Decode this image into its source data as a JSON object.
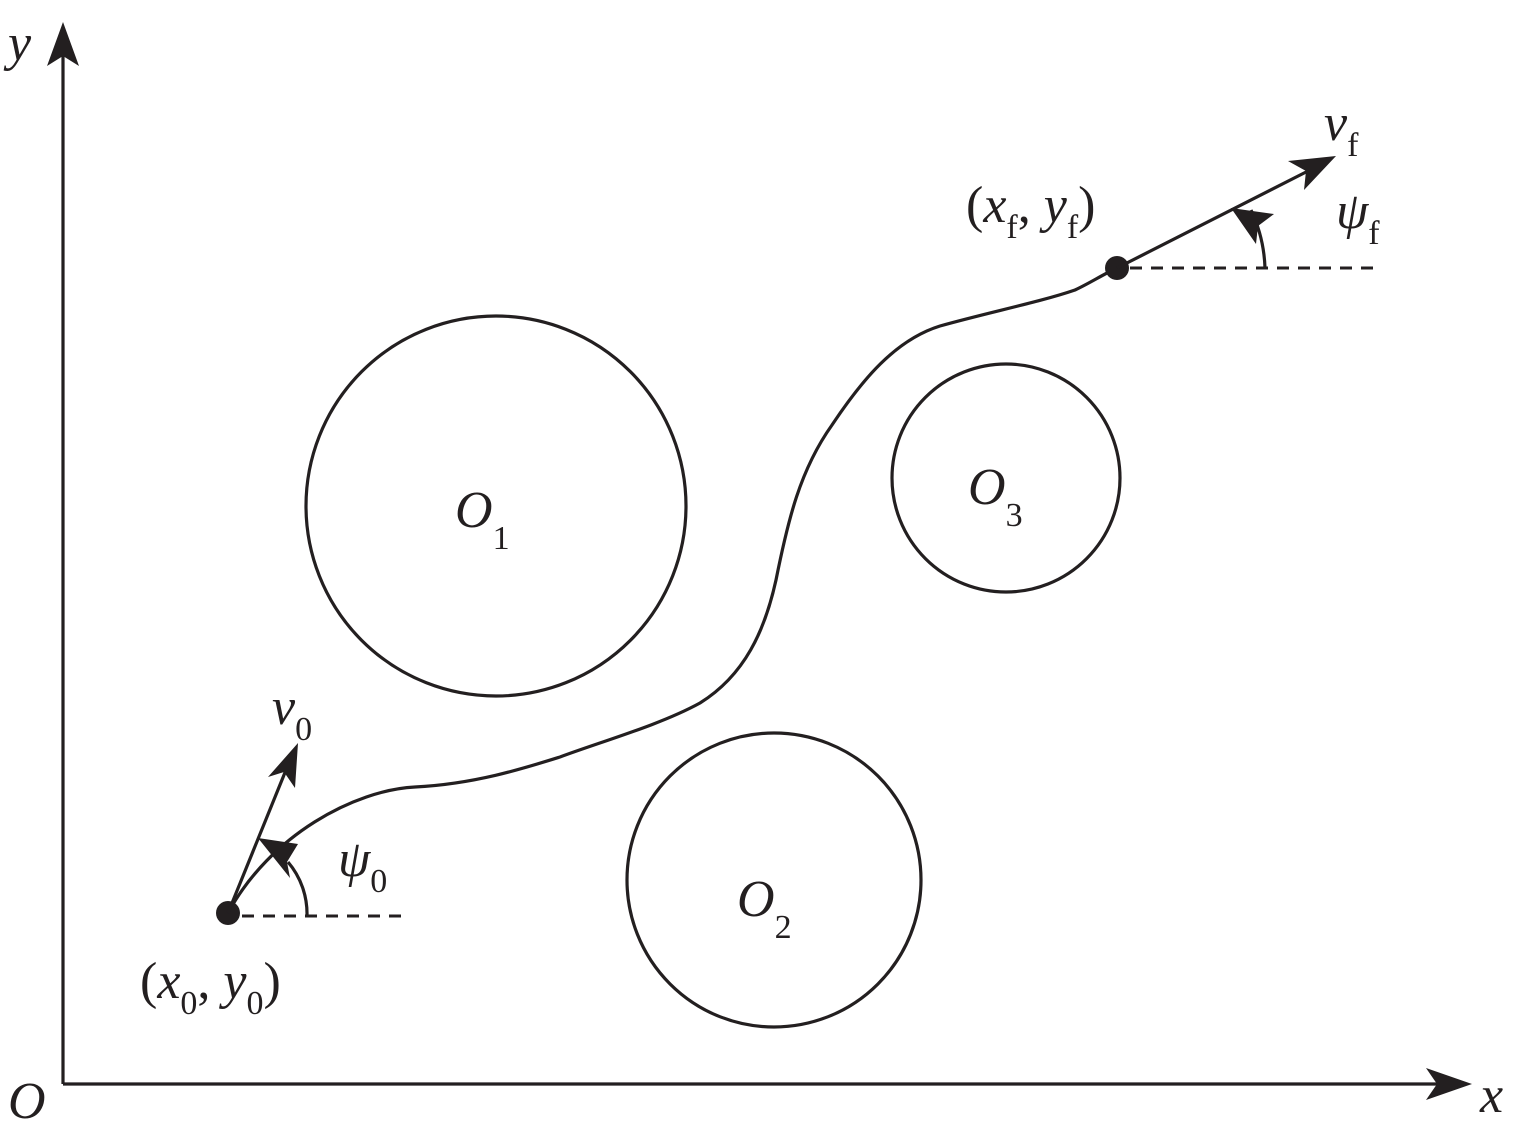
{
  "colors": {
    "ink": "#231f20",
    "background": "#ffffff"
  },
  "axes": {
    "x_label": "x",
    "y_label": "y",
    "origin_label": "O"
  },
  "obstacles": [
    {
      "letter": "O",
      "index": "1"
    },
    {
      "letter": "O",
      "index": "2"
    },
    {
      "letter": "O",
      "index": "3"
    }
  ],
  "start": {
    "point_open": "(",
    "x_var": "x",
    "x_sub": "0",
    "separator": ", ",
    "y_var": "y",
    "y_sub": "0",
    "point_close": ")",
    "velocity_var": "v",
    "velocity_sub": "0",
    "angle_var": "ψ",
    "angle_sub": "0"
  },
  "end": {
    "point_open": "(",
    "x_var": "x",
    "x_sub": "f",
    "separator": ", ",
    "y_var": "y",
    "y_sub": "f",
    "point_close": ")",
    "velocity_var": "v",
    "velocity_sub": "f",
    "angle_var": "ψ",
    "angle_sub": "f"
  }
}
